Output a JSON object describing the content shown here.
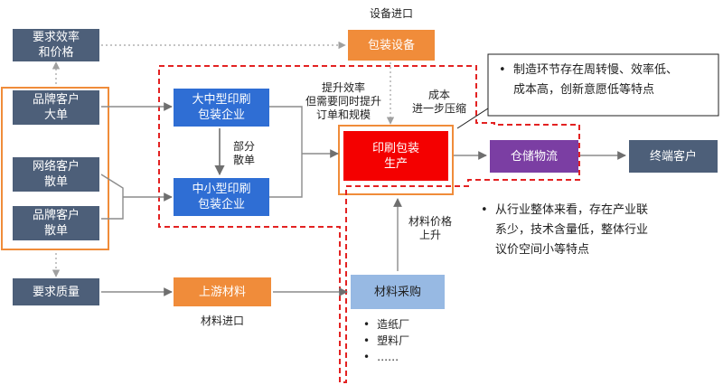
{
  "nodes": {
    "efficiency_price": "要求效率\n和价格",
    "brand_large": "品牌客户\n大单",
    "network_scattered": "网络客户\n散单",
    "brand_scattered": "品牌客户\n散单",
    "quality": "要求质量",
    "packaging_equipment": "包装设备",
    "large_printers": "大中型印刷\n包装企业",
    "small_printers": "中小型印刷\n包装企业",
    "print_production": "印刷包装\n生产",
    "warehousing": "仓储物流",
    "end_customer": "终端客户",
    "upstream_materials": "上游材料",
    "material_purchase": "材料采购"
  },
  "labels": {
    "equipment_import": "设备进口",
    "material_import": "材料进口",
    "partial_scatter": "部分\n散单",
    "improve_efficiency": "提升效率\n但需要同时提升\n订单和规模",
    "cost_compress": "成本\n进一步压缩",
    "material_price_rise": "材料价格\n上升"
  },
  "callout_top": {
    "bullet": "•",
    "text": "制造环节存在周转慢、效率低、\n成本高，创新意愿低等特点"
  },
  "callout_right": {
    "bullet": "•",
    "text": "从行业整体来看，存在产业联\n系少，技术含量低，整体行业\n议价空间小等特点"
  },
  "suppliers": [
    "造纸厂",
    "塑料厂",
    "……"
  ],
  "colors": {
    "slate": "#4d5f79",
    "blue": "#2f6ed4",
    "orange": "#f08c3a",
    "sky": "#97b9e3",
    "purple": "#7b3ea3",
    "red": "#f40000",
    "dashed_red": "#e32222",
    "arrow_gray": "#8c8c8c"
  }
}
